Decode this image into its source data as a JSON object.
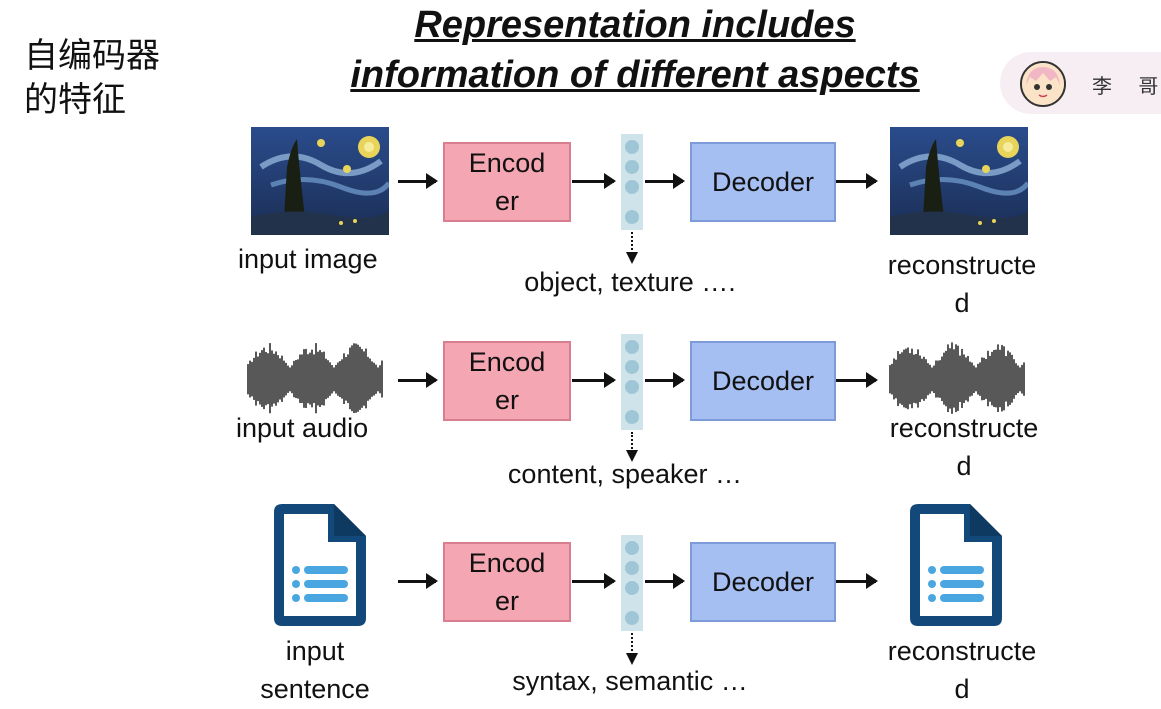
{
  "side_title": {
    "line1": "自编码器",
    "line2": "的特征"
  },
  "main_title": {
    "line1": "Representation includes",
    "line2": "information of different aspects"
  },
  "badge": {
    "name": "李 哥 ⁺",
    "avatar_icon": "anime-avatar-icon"
  },
  "rows": [
    {
      "input_label": "input image",
      "encoder_label_1": "Encod",
      "encoder_label_2": "er",
      "decoder_label": "Decoder",
      "latent_note": "object, texture ….",
      "output_label_1": "reconstructe",
      "output_label_2": "d",
      "input_icon": "starry-night-painting",
      "output_icon": "starry-night-painting"
    },
    {
      "input_label": "input audio",
      "encoder_label_1": "Encod",
      "encoder_label_2": "er",
      "decoder_label": "Decoder",
      "latent_note": "content, speaker …",
      "output_label_1": "reconstructe",
      "output_label_2": "d",
      "input_icon": "audio-waveform-icon",
      "output_icon": "audio-waveform-icon"
    },
    {
      "input_label_1": "input",
      "input_label_2": "sentence",
      "encoder_label_1": "Encod",
      "encoder_label_2": "er",
      "decoder_label": "Decoder",
      "latent_note": "syntax, semantic …",
      "output_label_1": "reconstructe",
      "output_label_2": "d",
      "input_icon": "document-list-icon",
      "output_icon": "document-list-icon"
    }
  ],
  "colors": {
    "encoder": "#f4a6b3",
    "decoder": "#a6bff2",
    "latent": "#cfe3ea",
    "doc": "#12497a",
    "doc_lines": "#4aa6e0"
  }
}
